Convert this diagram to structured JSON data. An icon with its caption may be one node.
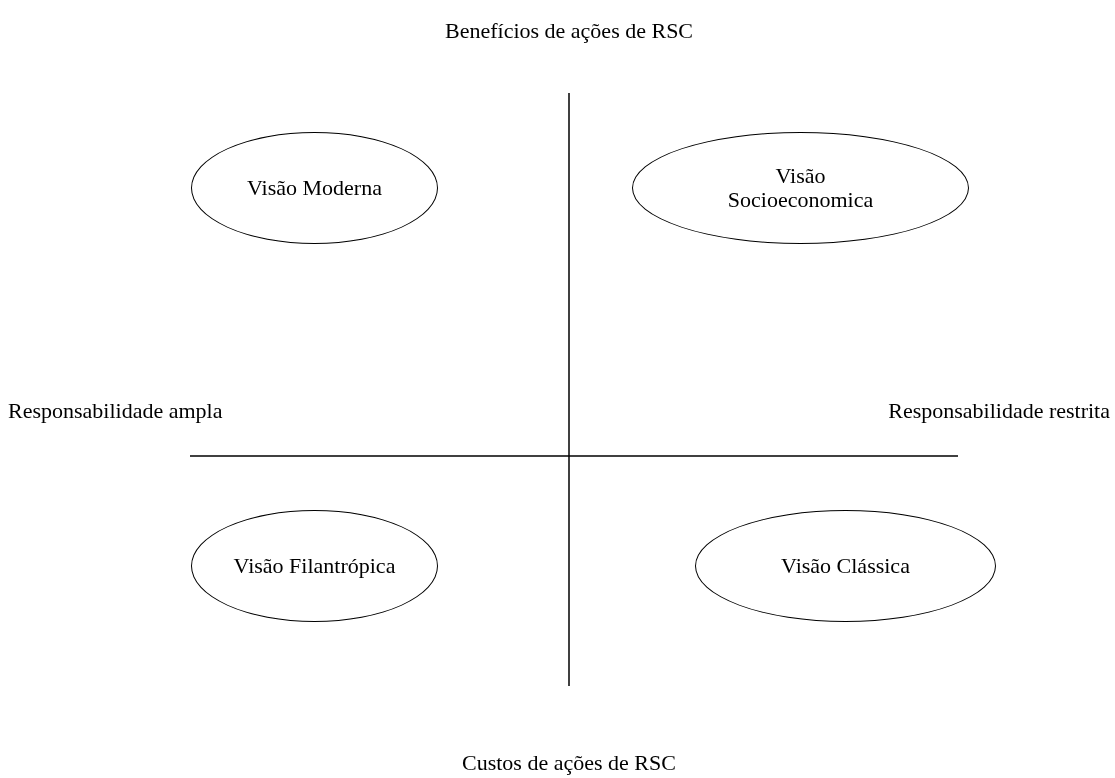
{
  "diagram": {
    "nodes": [
      {
        "text": [
          "Visão Moderna"
        ]
      },
      {
        "text": [
          "Visão Socioeconomica"
        ]
      },
      {
        "text": [
          "Visão Filantrópica"
        ]
      },
      {
        "text": [
          "Visão Clássica"
        ]
      }
    ],
    "labels": [
      "Benefícios de ações de RSC",
      "Responsabilidade ampla",
      "Responsabilidade restrita",
      "Custos de ações de RSC"
    ]
  }
}
